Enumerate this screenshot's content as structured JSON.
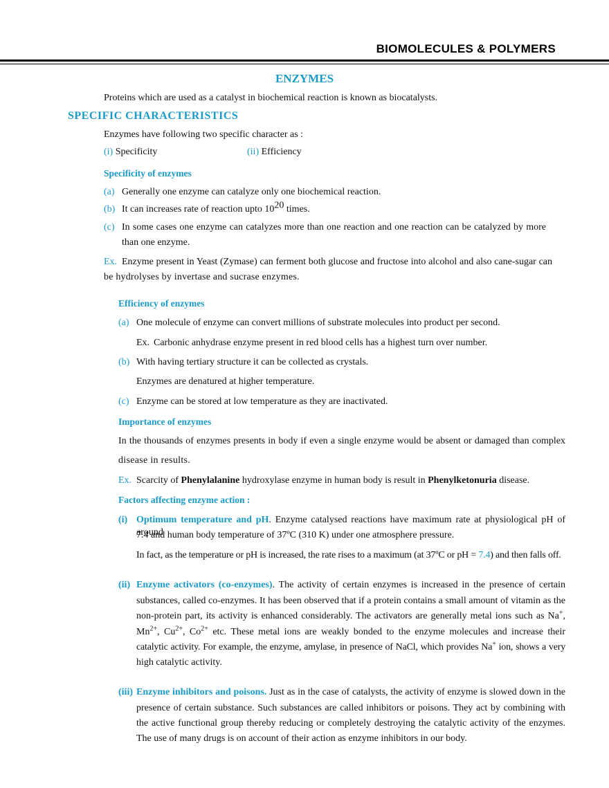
{
  "header": {
    "title": "BIOMOLECULES & POLYMERS"
  },
  "page_title": "ENZYMES",
  "intro": "Proteins which are used as a catalyst in biochemical reaction is known as biocatalysts.",
  "section": {
    "title": "SPECIFIC CHARACTERISTICS",
    "lead": "Enzymes have following two specific character as :",
    "items": [
      {
        "marker": "(i)",
        "text": "Specificity"
      },
      {
        "marker": "(ii)",
        "text": "Efficiency"
      }
    ]
  },
  "specificity": {
    "title": "Specificity of enzymes",
    "a": {
      "marker": "(a)",
      "text": "Generally one enzyme can catalyze only one biochemical reaction."
    },
    "b": {
      "marker": "(b)",
      "text_pre": "It can increases rate of reaction upto 10",
      "sup": "20",
      "text_post": " times."
    },
    "c": {
      "marker": "(c)",
      "line1": "In some cases one enzyme can catalyzes more than one reaction and one reaction can be catalyzed by more",
      "line2": "than one enzyme."
    },
    "ex": {
      "marker": "Ex.",
      "line1": "Enzyme present in Yeast (Zymase) can ferment both glucose and fructose into alcohol and also cane-sugar can",
      "line2": "be hydrolyses by invertase and sucrase enzymes."
    }
  },
  "efficiency": {
    "title": "Efficiency of enzymes",
    "a": {
      "marker": "(a)",
      "text": "One molecule of enzyme can convert millions of substrate molecules into product per second."
    },
    "a_ex": {
      "marker": "Ex.",
      "text": "Carbonic anhydrase enzyme present in red blood cells has a highest turn over number."
    },
    "b": {
      "marker": "(b)",
      "text": "With having tertiary structure it can be collected as crystals."
    },
    "b_note": "Enzymes are denatured at higher temperature.",
    "c": {
      "marker": "(c)",
      "text": "Enzyme can be stored at low temperature as they are inactivated."
    }
  },
  "importance": {
    "title": "Importance of enzymes",
    "line1": "In the thousands of enzymes presents in body if even a single enzyme would be absent or damaged than complex",
    "line2": "disease in results.",
    "ex": {
      "marker": "Ex.",
      "pre": "Scarcity of ",
      "bold1": "Phenylalanine",
      "mid": " hydroxylase enzyme in human body is result in ",
      "bold2": "Phenylketonuria",
      "post": " disease."
    }
  },
  "factors": {
    "title": "Factors affecting enzyme action :",
    "i": {
      "marker": "(i)",
      "heading": "Optimum temperature and pH",
      "line1_rest": ". Enzyme catalysed reactions have maximum rate at physiological pH of around",
      "line2": "7.4 and human body temperature of 37ºC (310 K) under one atmosphere pressure.",
      "note_pre": "In fact, as the temperature or pH is increased, the rate rises to a maximum (at 37ºC or pH = ",
      "note_value": "7.4",
      "note_post": ") and then falls off."
    },
    "ii": {
      "marker": "(ii)",
      "heading": "Enzyme activators (co-enzymes)",
      "line1_rest": ". The activity of certain enzymes is increased in the presence of certain",
      "line2": "substances, called co-enzymes. It has been observed that if a protein contains a small amount of vitamin as the",
      "line3_pre": "non-protein part, its activity is enhanced considerably. The activators are generally metal ions such as Na",
      "line3_sup": "+",
      "line3_post": ",",
      "line4_mn": "Mn",
      "line4_mn_sup": "2+",
      "line4_cu": ", Cu",
      "line4_cu_sup": "2+",
      "line4_co": ", Co",
      "line4_co_sup": "2+",
      "line4_post": " etc. These metal ions are weakly bonded to the  enzyme molecules and increase their",
      "line5_pre": "catalytic activity. For example, the enzyme, amylase, in presence of NaCl, which provides Na",
      "line5_sup": "+",
      "line5_post": " ion, shows a very",
      "line6": "high catalytic activity."
    },
    "iii": {
      "marker": "(iii)",
      "heading": "Enzyme inhibitors and poisons.",
      "line1_rest": " Just as in the case of catalysts, the activity of enzyme is slowed down in the",
      "line2": "presence of certain substance. Such substances are called inhibitors or poisons. They act by combining with",
      "line3": "the active functional group thereby reducing or completely destroying the catalytic activity of the enzymes.",
      "line4": "The use of many drugs is on account of their action as enzyme inhibitors in our body."
    }
  }
}
